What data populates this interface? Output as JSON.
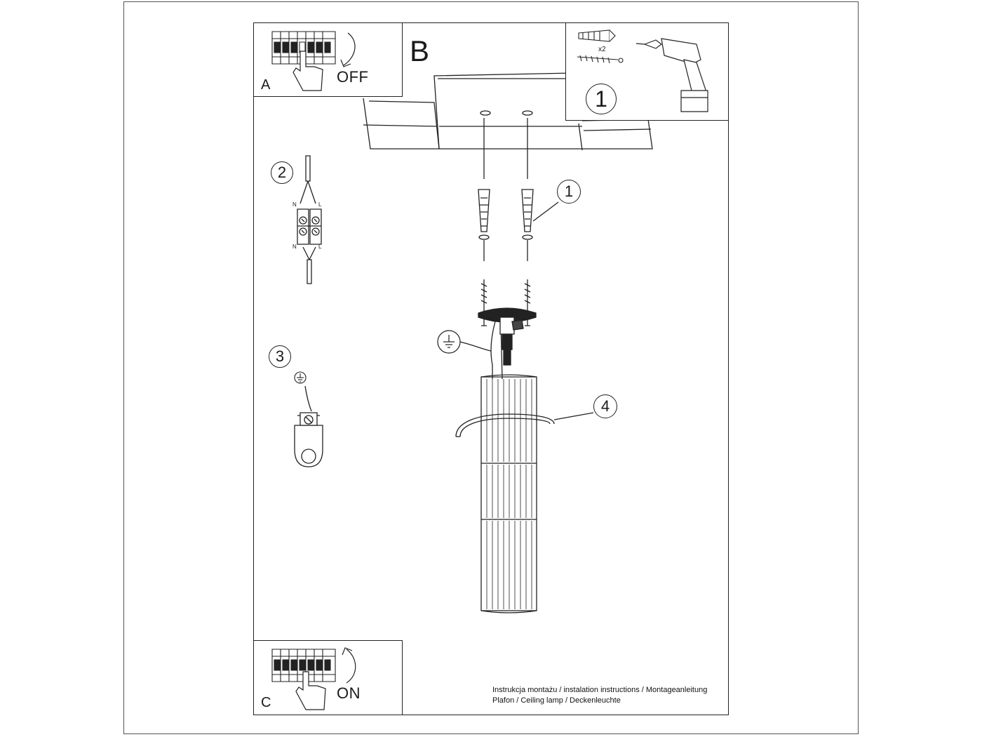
{
  "panel_a": {
    "letter": "A",
    "state": "OFF"
  },
  "panel_b": {
    "letter": "B"
  },
  "panel_c": {
    "letter": "C",
    "state": "ON"
  },
  "tools": {
    "step_number": "1",
    "quantity": "x2"
  },
  "steps": {
    "s1": "1",
    "s2": "2",
    "s3": "3",
    "s4": "4"
  },
  "wiring": {
    "n_top": "N",
    "l_top": "L",
    "n_bottom": "N",
    "l_bottom": "L"
  },
  "footer": {
    "line1": "Instrukcja montażu / instalation instructions / Montageanleitung",
    "line2": "Plafon / Ceiling lamp / Deckenleuchte"
  },
  "icons": {
    "breaker": "circuit-breaker-icon",
    "hand": "hand-icon",
    "rotate": "rotate-arrow-icon",
    "drill": "drill-icon",
    "anchor": "wall-anchor-icon",
    "screw": "screw-icon",
    "ground": "ground-symbol-icon"
  }
}
